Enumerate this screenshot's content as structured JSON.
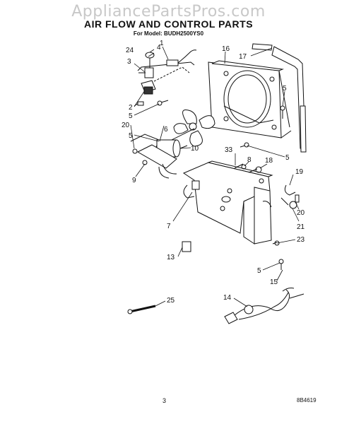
{
  "watermark": "AppliancePartsPros.com",
  "title": "AIR FLOW AND CONTROL PARTS",
  "subtitle": "For Model: BUDH2500YS0",
  "callouts": {
    "c1": "1",
    "c24": "24",
    "c3": "3",
    "c4": "4",
    "c2": "2",
    "c5a": "5",
    "c20a": "20",
    "c6": "6",
    "c5b": "5",
    "c9": "9",
    "c10": "10",
    "c16": "16",
    "c17": "17",
    "c5c": "5",
    "c33": "33",
    "c5d": "5",
    "c18": "18",
    "c8": "8",
    "c19": "19",
    "c20b": "20",
    "c21": "21",
    "c7": "7",
    "c23": "23",
    "c13": "13",
    "c5e": "5",
    "c15": "15",
    "c14": "14",
    "c25": "25"
  },
  "footer": {
    "page": "3",
    "code": "8B4619"
  }
}
